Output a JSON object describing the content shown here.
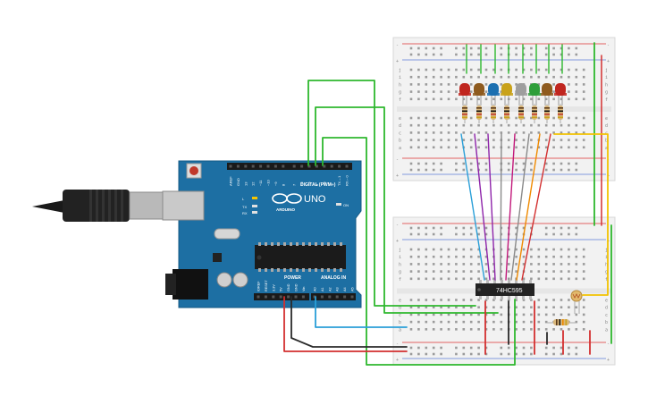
{
  "board": {
    "name": "Arduino UNO",
    "logo_text": "UNO",
    "brand_text": "ARDUINO",
    "digital_header": "DIGITAL (PWM~)",
    "power_header": "POWER",
    "analog_header": "ANALOG IN",
    "on_label": "ON",
    "l_label": "L",
    "tx_label": "TX",
    "rx_label": "RX",
    "pin_labels_digital": [
      "AREF",
      "GND",
      "13",
      "12",
      "~11",
      "~10",
      "~9",
      "8",
      "7",
      "~6",
      "~5",
      "4",
      "~3",
      "2",
      "TX→1",
      "RX←0"
    ],
    "pin_labels_power": [
      "IOREF",
      "RESET",
      "3.3V",
      "5V",
      "GND",
      "GND",
      "Vin"
    ],
    "pin_labels_analog": [
      "A0",
      "A1",
      "A2",
      "A3",
      "A4",
      "A5"
    ],
    "colors": {
      "pcb": "#1d6fa3",
      "header": "#1a1a1a",
      "reset": "#c0392b"
    }
  },
  "chip": {
    "label": "74HC595",
    "color": "#222222"
  },
  "leds": [
    {
      "color": "#c0261f"
    },
    {
      "color": "#8e5a1e"
    },
    {
      "color": "#1b6fb0"
    },
    {
      "color": "#c9a21a"
    },
    {
      "color": "#9e9e9e"
    },
    {
      "color": "#2e9e3a"
    },
    {
      "color": "#8e5a1e"
    },
    {
      "color": "#c0261f"
    }
  ],
  "breadboard_top": {
    "row_labels": [
      "a",
      "b",
      "c",
      "d",
      "e",
      "f",
      "g",
      "h",
      "i",
      "j"
    ]
  },
  "breadboard_bottom": {
    "row_labels": [
      "a",
      "b",
      "c",
      "d",
      "e",
      "f",
      "g",
      "h",
      "i",
      "j"
    ]
  },
  "wire_colors": {
    "green": "#2eb82e",
    "red": "#d32f2f",
    "black": "#2a2a2a",
    "blue": "#2a9fd8",
    "yellow": "#f2c200",
    "purple": "#8e24aa",
    "gray": "#8a8a8a",
    "magenta": "#c2187a",
    "orange": "#f08a00"
  }
}
